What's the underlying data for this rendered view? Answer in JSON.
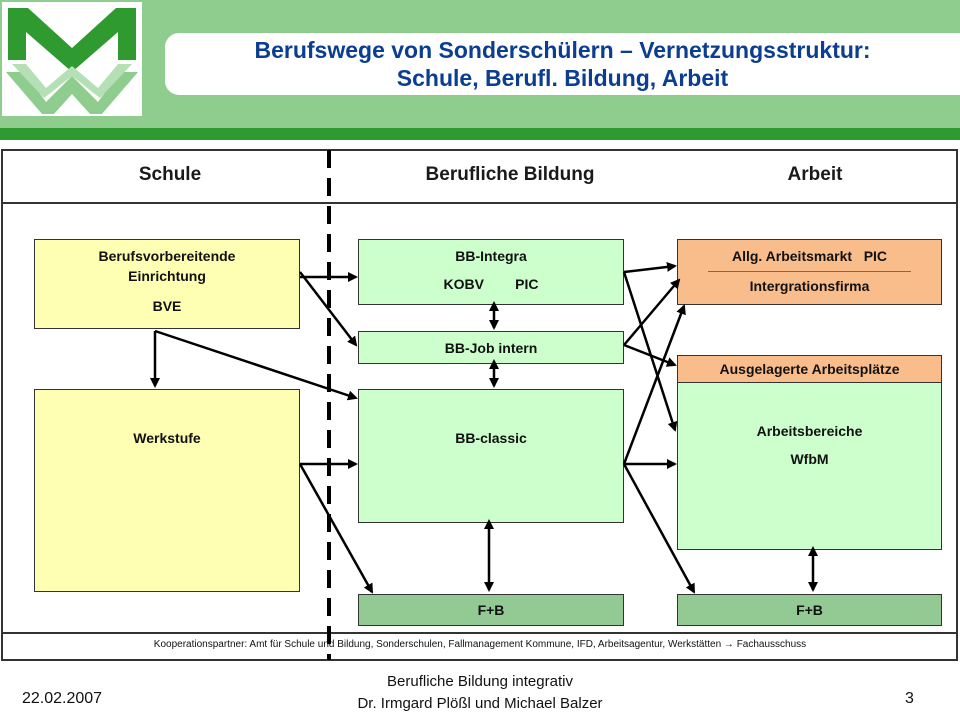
{
  "header": {
    "title_line1": "Berufswege von Sonderschülern – Vernetzungsstruktur:",
    "title_line2": "Schule, Berufl. Bildung, Arbeit"
  },
  "columns": [
    "Schule",
    "Berufliche Bildung",
    "Arbeit"
  ],
  "boxes": {
    "bve": [
      "Berufsvorbereitende",
      "Einrichtung",
      "BVE"
    ],
    "werkstufe": "Werkstufe",
    "bb_integra": [
      "BB-Integra",
      "KOBV        PIC"
    ],
    "bb_job_intern": "BB-Job intern",
    "bb_classic": "BB-classic",
    "fb_left": "F+B",
    "arbeitsmarkt": [
      "Allg. Arbeitsmarkt   PIC",
      "Intergrationsfirma"
    ],
    "ausgelagerte": "Ausgelagerte Arbeitsplätze",
    "arbeitsbereiche": [
      "Arbeitsbereiche",
      "WfbM"
    ],
    "fb_right": "F+B"
  },
  "partners": "Kooperationspartner: Amt für Schule und Bildung, Sonderschulen, Fallmanagement Kommune, IFD, Arbeitsagentur, Werkstätten → Fachausschuss",
  "footer": {
    "date": "22.02.2007",
    "line1": "Berufliche Bildung integrativ",
    "line2": "Dr. Irmgard Plößl  und Michael Balzer",
    "page": "3"
  },
  "colors": {
    "header_green": "#8fcd8f",
    "header_line": "#2f9a2f",
    "title_blue": "#0b3d91",
    "box_yellow": "#ffffb3",
    "box_green": "#ccffcc",
    "box_dark_green": "#93c993",
    "box_orange": "#f9bd8b"
  }
}
